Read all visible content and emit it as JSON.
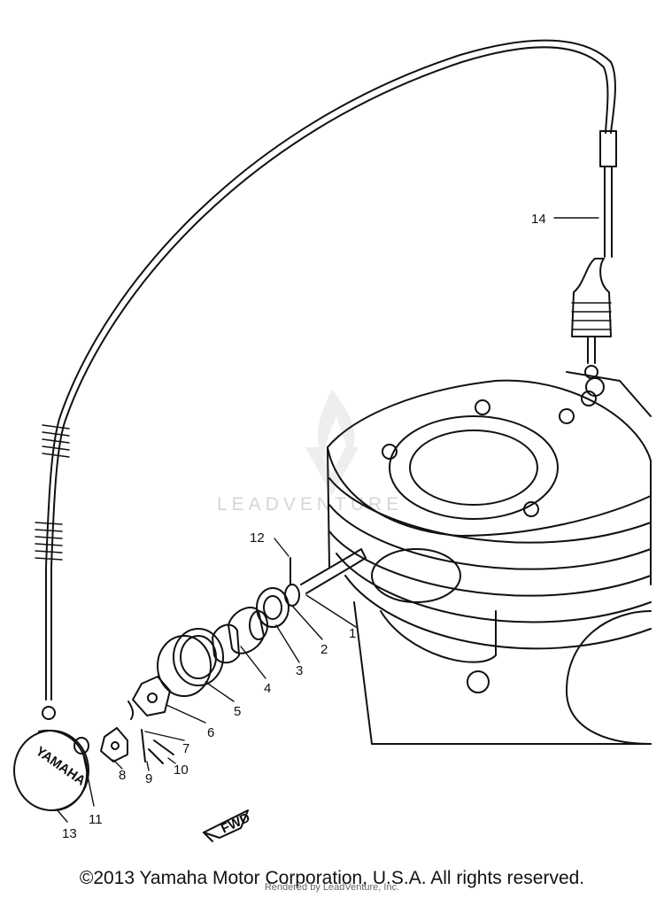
{
  "watermark": {
    "text": "LEADVENTURE"
  },
  "callouts": [
    {
      "id": "c1",
      "label": "1"
    },
    {
      "id": "c2",
      "label": "2"
    },
    {
      "id": "c3",
      "label": "3"
    },
    {
      "id": "c4",
      "label": "4"
    },
    {
      "id": "c5",
      "label": "5"
    },
    {
      "id": "c6",
      "label": "6"
    },
    {
      "id": "c7",
      "label": "7"
    },
    {
      "id": "c8",
      "label": "8"
    },
    {
      "id": "c9",
      "label": "9"
    },
    {
      "id": "c10",
      "label": "10"
    },
    {
      "id": "c11",
      "label": "11"
    },
    {
      "id": "c12",
      "label": "12"
    },
    {
      "id": "c13",
      "label": "13"
    },
    {
      "id": "c14",
      "label": "14"
    }
  ],
  "cap_brand": "YAMAHA",
  "fwd_label": "FWD",
  "footer": {
    "copyright": "©2013 Yamaha Motor Corporation, U.S.A. All rights reserved.",
    "rendered_by": "Rendered by LeadVenture, Inc."
  }
}
